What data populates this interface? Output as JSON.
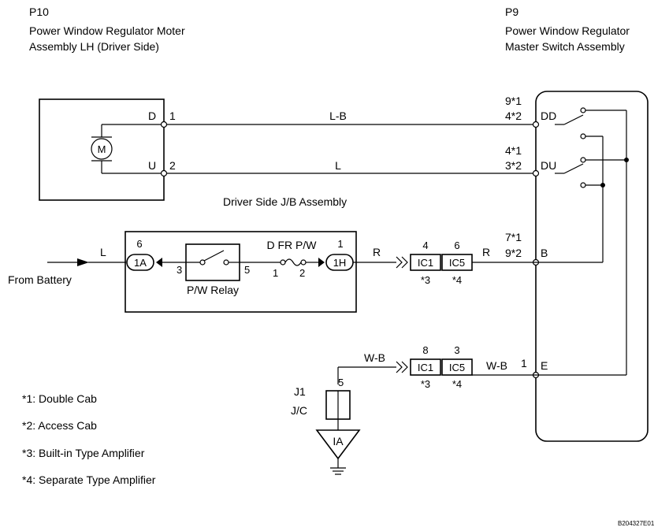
{
  "components": {
    "p10": {
      "id": "P10",
      "name_line1": "Power Window Regulator Moter",
      "name_line2": "Assembly LH (Driver Side)",
      "motor_symbol": "M",
      "term_d": "D",
      "term_u": "U",
      "pin_1": "1",
      "pin_2": "2"
    },
    "p9": {
      "id": "P9",
      "name_line1": "Power Window Regulator",
      "name_line2": "Master Switch Assembly",
      "term_dd": "DD",
      "term_du": "DU",
      "term_b": "B",
      "term_e": "E",
      "pins_dd": [
        "9*1",
        "4*2"
      ],
      "pins_du": [
        "4*1",
        "3*2"
      ],
      "pins_b": [
        "7*1",
        "9*2"
      ],
      "pin_e": "1"
    },
    "jb": {
      "label": "Driver Side J/B Assembly",
      "conn_in": "1A",
      "conn_in_pin": "6",
      "conn_out": "1H",
      "conn_out_pin": "1",
      "relay_label": "P/W Relay",
      "relay_pin_in": "3",
      "relay_pin_out": "5",
      "fuse_label": "D FR P/W",
      "fuse_pin_1": "1",
      "fuse_pin_2": "2"
    },
    "jc": {
      "id": "J1",
      "name": "J/C",
      "pin": "5"
    },
    "ground": {
      "label": "IA"
    }
  },
  "connectors": {
    "upper": {
      "ic1": "IC1",
      "ic5": "IC5",
      "pin_ic1": "4",
      "pin_ic5": "6",
      "note_ic1": "*3",
      "note_ic5": "*4"
    },
    "lower": {
      "ic1": "IC1",
      "ic5": "IC5",
      "pin_ic1": "8",
      "pin_ic5": "3",
      "note_ic1": "*3",
      "note_ic5": "*4"
    }
  },
  "wires": {
    "dd_color": "L-B",
    "du_color": "L",
    "battery_color": "L",
    "b_color_left": "R",
    "b_color_right": "R",
    "e_color_left": "W-B",
    "e_color_right": "W-B"
  },
  "source_label": "From Battery",
  "notes": [
    "*1: Double Cab",
    "*2: Access Cab",
    "*3: Built-in Type Amplifier",
    "*4: Separate Type Amplifier"
  ],
  "figure_code": "B204327E01"
}
